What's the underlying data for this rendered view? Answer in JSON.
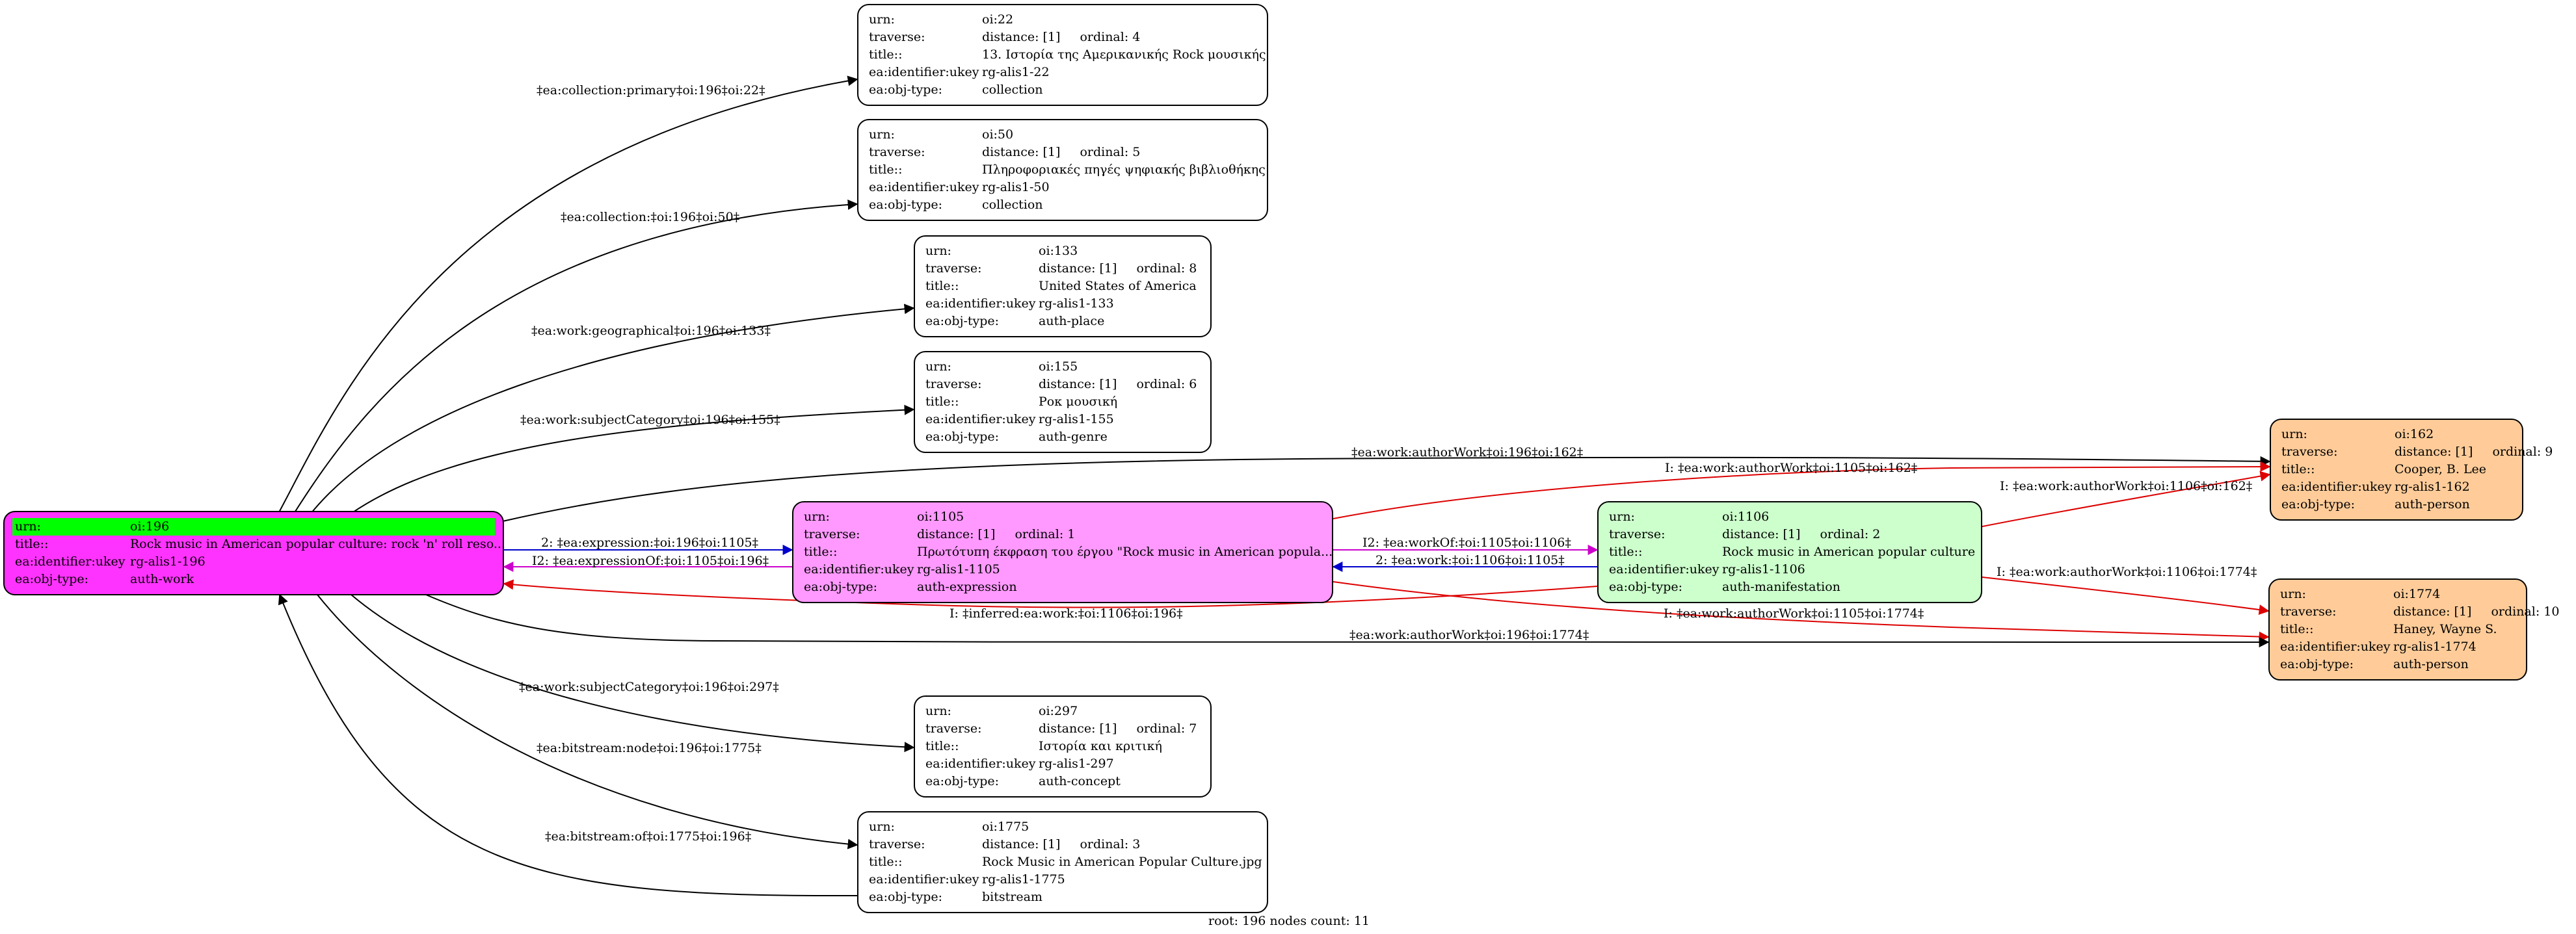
{
  "colors": {
    "edge": "#000000",
    "inferred": "#dd0000",
    "expression": "#cc00cc",
    "work": "#0000cc"
  },
  "nodes": [
    {
      "id": "n196",
      "color": "#ff33ff",
      "highlight_first_row": true,
      "rows": [
        {
          "key": "urn:",
          "value": "oi:196"
        },
        {
          "key": "title::",
          "value": "Rock music in American popular culture: rock 'n' roll reso..."
        },
        {
          "key": "ea:identifier:ukey",
          "value": "rg-alis1-196"
        },
        {
          "key": "ea:obj-type:",
          "value": "auth-work"
        }
      ]
    },
    {
      "id": "n22",
      "color": "#ffffff",
      "rows": [
        {
          "key": "urn:",
          "value": "oi:22"
        },
        {
          "key": "traverse:",
          "value": "distance: [1]",
          "value2": "ordinal: 4"
        },
        {
          "key": "title::",
          "value": "13. Ιστορία της Αμερικανικής Rock μουσικής"
        },
        {
          "key": "ea:identifier:ukey",
          "value": "rg-alis1-22"
        },
        {
          "key": "ea:obj-type:",
          "value": "collection"
        }
      ]
    },
    {
      "id": "n50",
      "color": "#ffffff",
      "rows": [
        {
          "key": "urn:",
          "value": "oi:50"
        },
        {
          "key": "traverse:",
          "value": "distance: [1]",
          "value2": "ordinal: 5"
        },
        {
          "key": "title::",
          "value": "Πληροφοριακές πηγές ψηφιακής βιβλιοθήκης"
        },
        {
          "key": "ea:identifier:ukey",
          "value": "rg-alis1-50"
        },
        {
          "key": "ea:obj-type:",
          "value": "collection"
        }
      ]
    },
    {
      "id": "n133",
      "color": "#ffffff",
      "rows": [
        {
          "key": "urn:",
          "value": "oi:133"
        },
        {
          "key": "traverse:",
          "value": "distance: [1]",
          "value2": "ordinal: 8"
        },
        {
          "key": "title::",
          "value": "United States of America"
        },
        {
          "key": "ea:identifier:ukey",
          "value": "rg-alis1-133"
        },
        {
          "key": "ea:obj-type:",
          "value": "auth-place"
        }
      ]
    },
    {
      "id": "n155",
      "color": "#ffffff",
      "rows": [
        {
          "key": "urn:",
          "value": "oi:155"
        },
        {
          "key": "traverse:",
          "value": "distance: [1]",
          "value2": "ordinal: 6"
        },
        {
          "key": "title::",
          "value": "Ροκ μουσική"
        },
        {
          "key": "ea:identifier:ukey",
          "value": "rg-alis1-155"
        },
        {
          "key": "ea:obj-type:",
          "value": "auth-genre"
        }
      ]
    },
    {
      "id": "n1105",
      "color": "#ff99ff",
      "rows": [
        {
          "key": "urn:",
          "value": "oi:1105"
        },
        {
          "key": "traverse:",
          "value": "distance: [1]",
          "value2": "ordinal: 1"
        },
        {
          "key": "title::",
          "value": "Πρωτότυπη έκφραση του έργου \"Rock music in American popula..."
        },
        {
          "key": "ea:identifier:ukey",
          "value": "rg-alis1-1105"
        },
        {
          "key": "ea:obj-type:",
          "value": "auth-expression"
        }
      ]
    },
    {
      "id": "n1106",
      "color": "#ccffcc",
      "rows": [
        {
          "key": "urn:",
          "value": "oi:1106"
        },
        {
          "key": "traverse:",
          "value": "distance: [1]",
          "value2": "ordinal: 2"
        },
        {
          "key": "title::",
          "value": "Rock music in American popular culture"
        },
        {
          "key": "ea:identifier:ukey",
          "value": "rg-alis1-1106"
        },
        {
          "key": "ea:obj-type:",
          "value": "auth-manifestation"
        }
      ]
    },
    {
      "id": "n162",
      "color": "#ffcc99",
      "rows": [
        {
          "key": "urn:",
          "value": "oi:162"
        },
        {
          "key": "traverse:",
          "value": "distance: [1]",
          "value2": "ordinal: 9"
        },
        {
          "key": "title::",
          "value": "Cooper, B. Lee"
        },
        {
          "key": "ea:identifier:ukey",
          "value": "rg-alis1-162"
        },
        {
          "key": "ea:obj-type:",
          "value": "auth-person"
        }
      ]
    },
    {
      "id": "n1774",
      "color": "#ffcc99",
      "rows": [
        {
          "key": "urn:",
          "value": "oi:1774"
        },
        {
          "key": "traverse:",
          "value": "distance: [1]",
          "value2": "ordinal: 10"
        },
        {
          "key": "title::",
          "value": "Haney, Wayne S."
        },
        {
          "key": "ea:identifier:ukey",
          "value": "rg-alis1-1774"
        },
        {
          "key": "ea:obj-type:",
          "value": "auth-person"
        }
      ]
    },
    {
      "id": "n297",
      "color": "#ffffff",
      "rows": [
        {
          "key": "urn:",
          "value": "oi:297"
        },
        {
          "key": "traverse:",
          "value": "distance: [1]",
          "value2": "ordinal: 7"
        },
        {
          "key": "title::",
          "value": "Ιστορία και κριτική"
        },
        {
          "key": "ea:identifier:ukey",
          "value": "rg-alis1-297"
        },
        {
          "key": "ea:obj-type:",
          "value": "auth-concept"
        }
      ]
    },
    {
      "id": "n1775",
      "color": "#ffffff",
      "rows": [
        {
          "key": "urn:",
          "value": "oi:1775"
        },
        {
          "key": "traverse:",
          "value": "distance: [1]",
          "value2": "ordinal: 3"
        },
        {
          "key": "title::",
          "value": "Rock Music in American Popular Culture.jpg"
        },
        {
          "key": "ea:identifier:ukey",
          "value": "rg-alis1-1775"
        },
        {
          "key": "ea:obj-type:",
          "value": "bitstream"
        }
      ]
    }
  ],
  "edges": [
    {
      "id": "e22",
      "label": "‡ea:collection:primary‡oi:196‡oi:22‡",
      "color": "edge"
    },
    {
      "id": "e50",
      "label": "‡ea:collection:‡oi:196‡oi:50‡",
      "color": "edge"
    },
    {
      "id": "e133",
      "label": "‡ea:work:geographical‡oi:196‡oi:133‡",
      "color": "edge"
    },
    {
      "id": "e155",
      "label": "‡ea:work:subjectCategory‡oi:196‡oi:155‡",
      "color": "edge"
    },
    {
      "id": "e162",
      "label": "‡ea:work:authorWork‡oi:196‡oi:162‡",
      "color": "edge"
    },
    {
      "id": "e1105",
      "label": "2: ‡ea:expression:‡oi:196‡oi:1105‡",
      "color": "work"
    },
    {
      "id": "e1105back",
      "label": "I2: ‡ea:expressionOf:‡oi:1105‡oi:196‡",
      "color": "expression"
    },
    {
      "id": "e1106",
      "label": "I2: ‡ea:workOf:‡oi:1105‡oi:1106‡",
      "color": "expression"
    },
    {
      "id": "e1106back",
      "label": "2: ‡ea:work:‡oi:1106‡oi:1105‡",
      "color": "work"
    },
    {
      "id": "e1105_162",
      "label": "I: ‡ea:work:authorWork‡oi:1105‡oi:162‡",
      "color": "inferred"
    },
    {
      "id": "e1106_162",
      "label": "I: ‡ea:work:authorWork‡oi:1106‡oi:162‡",
      "color": "inferred"
    },
    {
      "id": "e1106_1774",
      "label": "I: ‡ea:work:authorWork‡oi:1106‡oi:1774‡",
      "color": "inferred"
    },
    {
      "id": "einferred",
      "label": "I: ‡inferred:ea:work:‡oi:1106‡oi:196‡",
      "color": "inferred"
    },
    {
      "id": "e1105_1774",
      "label": "I: ‡ea:work:authorWork‡oi:1105‡oi:1774‡",
      "color": "inferred"
    },
    {
      "id": "e1774",
      "label": "‡ea:work:authorWork‡oi:196‡oi:1774‡",
      "color": "edge"
    },
    {
      "id": "e297",
      "label": "‡ea:work:subjectCategory‡oi:196‡oi:297‡",
      "color": "edge"
    },
    {
      "id": "e1775",
      "label": "‡ea:bitstream:node‡oi:196‡oi:1775‡",
      "color": "edge"
    },
    {
      "id": "e1775back",
      "label": "‡ea:bitstream:of‡oi:1775‡oi:196‡",
      "color": "edge"
    }
  ],
  "footer": "root: 196 nodes count: 11"
}
